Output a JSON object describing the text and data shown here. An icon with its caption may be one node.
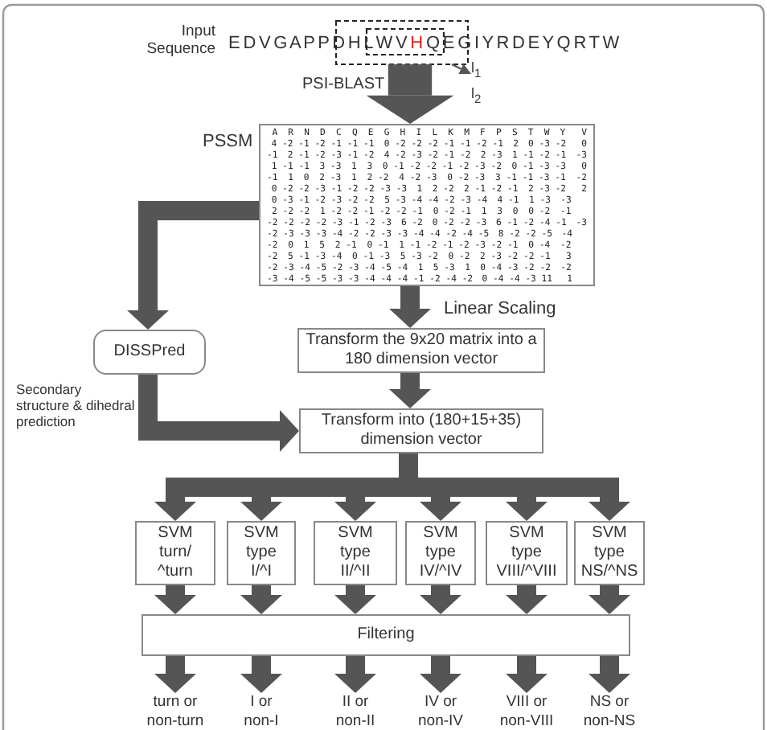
{
  "diagram": {
    "nodes": [
      {
        "text": [
          "E D V G A P P D H L W V",
          "H",
          "Q E G I Y R D E Y Q R T W"
        ],
        "beside": [
          "Input Sequence"
        ]
      },
      {
        "text": [
          "l$_{1}$",
          "l$_{2}$"
        ]
      },
      {
        "text": [
          "PSSM",
          "A R N D C Q E G H I L K M F P S T W Y V",
          "4 -2 -1 -2 -1 -1 -1 0 -2 -2 -2 -1 -1 -2 -1 2 0 -3 -2 0",
          "-1 2 -1 -2 -3 -1 -2 4 -2 -3 -2 -1 -2 2 -3 1 -1 -2 -1 -3",
          "1 -1 -1 3 -3 1 3 0 -1 -2 -2 -1 -2 -3 -2 0 -1 -3 -3 0",
          "-1 1 0 2 -3 1 2 -2 4 -2 -3 0 -2 -3 3 -1 -1 -3 -1 -2",
          "0 -2 -2 -3 -1 -2 -2 -3 -3 1 2 -2 2 -1 -2 -1 2 -3 -2 2",
          "0 -3 -1 -2 -3 -2 -2 5 -3 -4 -4 -2 -3 -4 4 -1 1 -3 -3",
          "2 -2 -2 1 -2 -2 -1 -2 -2 -1 0 -2 -1 1 3 0 0 -2 -1",
          "-2 -2 -2 -2 -3 -1 -2 -3 6 -2 0 -2 -2 -3 6 -1 -2 -4 -1 -3",
          "-2 -3 -3 -3 -4 -2 -2 -3 -3 -4 -4 -2 -4 -5 8 -2 -2 -5 -4",
          "-2 0 1 5 2 -1 0 -1 1 -1 -2 -1 -2 -3 -2 -1 0 -4 -2",
          "-2 5 -1 -3 -4 0 -1 -3 5 -3 -2 0 -2 2 -3 -2 -2 -1 3",
          "-2 -3 -4 -5 -2 -3 -4 -5 -4 1 5 -3 1 0 -4 -3 -2 -2 -2",
          "-3 -4 -5 -5 -3 -3 -4 -4 -4 -1 -2 -4 -2 0 -4 -4 -3 11 1"
        ]
      },
      {
        "text": [
          "DISSPred"
        ]
      },
      {
        "text": [
          "Transform the 9x20 matrix into a 180 dimension vector"
        ]
      },
      {
        "text": [
          "Transform into (180+15+35) dimension vector"
        ]
      },
      {
        "text": [
          "SVM turn/ ^turn"
        ]
      },
      {
        "text": [
          "SVM type I/^I"
        ]
      },
      {
        "text": [
          "SVM type II/^II"
        ]
      },
      {
        "text": [
          "SVM type IV/^IV"
        ]
      },
      {
        "text": [
          "SVM type VIII/^VIII"
        ]
      },
      {
        "text": [
          "SVM type NS/^NS"
        ]
      },
      {
        "text": [
          "Filtering"
        ]
      },
      {
        "text": [
          "turn or non-turn"
        ]
      },
      {
        "text": [
          "I or non-I"
        ]
      },
      {
        "text": [
          "II or non-II"
        ]
      },
      {
        "text": [
          "IV or non-IV"
        ]
      },
      {
        "text": [
          "VIII or non-VIII"
        ]
      },
      {
        "text": [
          "NS or non-NS"
        ]
      }
    ],
    "edges": [
      {
        "from": 0,
        "to": 2,
        "arrow": "to",
        "label": "PSI-BLAST",
        "style": "thick"
      },
      {
        "from": 0,
        "to": 1,
        "arrow": "to"
      },
      {
        "from": 2,
        "to": 4,
        "arrow": "to",
        "label": "Linear Scaling"
      },
      {
        "from": 2,
        "to": 3,
        "arrow": "to"
      },
      {
        "from": 3,
        "to": 5,
        "arrow": "to",
        "label": "Secondary structure & dihedral prediction"
      },
      {
        "from": 4,
        "to": 5,
        "arrow": "to"
      },
      {
        "from": 5,
        "to": 6,
        "arrow": "to"
      },
      {
        "from": 5,
        "to": 7,
        "arrow": "to"
      },
      {
        "from": 5,
        "to": 8,
        "arrow": "to"
      },
      {
        "from": 5,
        "to": 9,
        "arrow": "to"
      },
      {
        "from": 5,
        "to": 10,
        "arrow": "to"
      },
      {
        "from": 5,
        "to": 11,
        "arrow": "to"
      },
      {
        "from": 6,
        "to": 12,
        "arrow": "to"
      },
      {
        "from": 7,
        "to": 12,
        "arrow": "to"
      },
      {
        "from": 8,
        "to": 12,
        "arrow": "to"
      },
      {
        "from": 9,
        "to": 12,
        "arrow": "to"
      },
      {
        "from": 10,
        "to": 12,
        "arrow": "to"
      },
      {
        "from": 11,
        "to": 12,
        "arrow": "to"
      },
      {
        "from": 12,
        "to": 13,
        "arrow": "to"
      },
      {
        "from": 12,
        "to": 14,
        "arrow": "to"
      },
      {
        "from": 12,
        "to": 15,
        "arrow": "to"
      },
      {
        "from": 12,
        "to": 16,
        "arrow": "to"
      },
      {
        "from": 12,
        "to": 17,
        "arrow": "to"
      },
      {
        "from": 12,
        "to": 18,
        "arrow": "to"
      }
    ]
  }
}
